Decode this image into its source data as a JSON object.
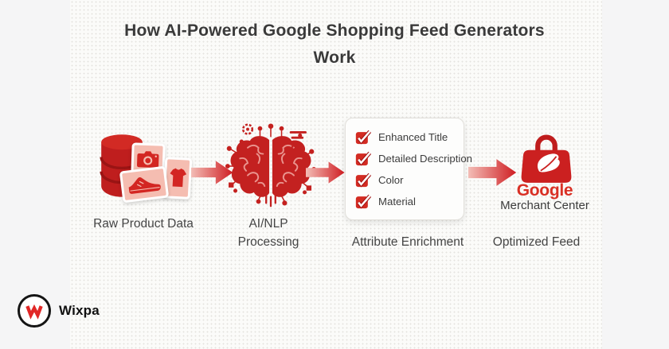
{
  "title": {
    "line1": "How AI-Powered Google Shopping Feed Generators",
    "line2": "Work"
  },
  "stages": [
    {
      "id": "raw-product-data",
      "icon": "database-with-product-cards-icon",
      "label": "Raw Product Data"
    },
    {
      "id": "ai-nlp-processing",
      "icon": "brain-circuit-icon",
      "label_line1": "AI/NLP",
      "label_line2": "Processing"
    },
    {
      "id": "attribute-enrichment",
      "icon": "checklist-card",
      "label": "Attribute Enrichment",
      "checklist": [
        {
          "label": "Enhanced Title",
          "checked": true
        },
        {
          "label": "Detailed Description",
          "checked": true
        },
        {
          "label": "Color",
          "checked": true
        },
        {
          "label": "Material",
          "checked": true
        }
      ]
    },
    {
      "id": "optimized-feed",
      "icon": "google-shopping-bag-icon",
      "brand_top": "Google",
      "brand_bottom": "Merchant Center",
      "label": "Optimized Feed"
    }
  ],
  "footer": {
    "brand": "Wixpa"
  },
  "colors": {
    "accent_red": "#cb2020",
    "arrow_gradient_start": "#f3bdb6",
    "arrow_gradient_end": "#cf1d22",
    "google_red": "#d93025",
    "card_pink": "#f5bdb1",
    "title_text": "#3a3a3a",
    "label_text": "#454545",
    "background": "#fbfbf9"
  }
}
